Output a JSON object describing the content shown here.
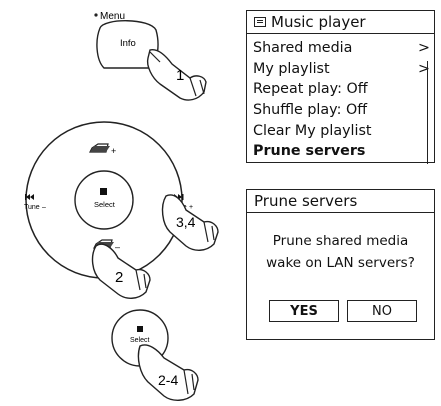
{
  "controls": {
    "menu_label": "Menu",
    "info_label": "Info",
    "select_label": "Select",
    "tune_minus_label": "Tune",
    "tune_plus_label": "Tune",
    "select_small_label": "Select"
  },
  "steps": {
    "step1": "1",
    "step2": "2",
    "step34": "3,4",
    "step24": "2-4"
  },
  "music_player": {
    "title": "Music player",
    "items": [
      {
        "label": "Shared media",
        "arrow": ">"
      },
      {
        "label": "My playlist",
        "arrow": ">"
      },
      {
        "label": "Repeat play: Off",
        "arrow": ""
      },
      {
        "label": "Shuffle play: Off",
        "arrow": ""
      },
      {
        "label": "Clear My playlist",
        "arrow": ""
      },
      {
        "label": "Prune servers",
        "arrow": ""
      }
    ]
  },
  "prune_dialog": {
    "title": "Prune servers",
    "message_line1": "Prune shared media",
    "message_line2": "wake on LAN servers?",
    "yes_label": "YES",
    "no_label": "NO"
  }
}
